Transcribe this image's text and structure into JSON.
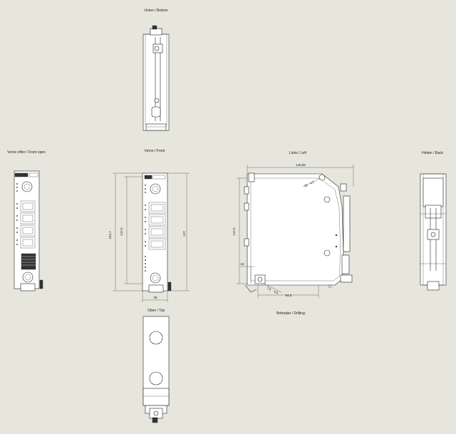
{
  "views": {
    "bottom": "Unten / Bottom",
    "front_open": "Vorne offen / Front open",
    "front": "Vorne / Front",
    "left": "Links / Left",
    "back": "Hinten / Back",
    "top": "Oben / Top",
    "drilling": "Bohrplan / Drilling"
  },
  "dimensions": {
    "front_height_outer": "154,7",
    "front_height_inner": "147,5",
    "front_height_right": "137",
    "front_width": "35",
    "left_width": "140,85",
    "left_height": "147,5",
    "left_offset_small": "16",
    "left_base": "84,5",
    "left_angle_a": "30",
    "left_angle_b": "4,5",
    "left_drill_a": "7,5",
    "left_drill_b": "4,5"
  },
  "colors": {
    "background": "#e6e6dd",
    "line": "#222222",
    "body": "#ffffff"
  }
}
